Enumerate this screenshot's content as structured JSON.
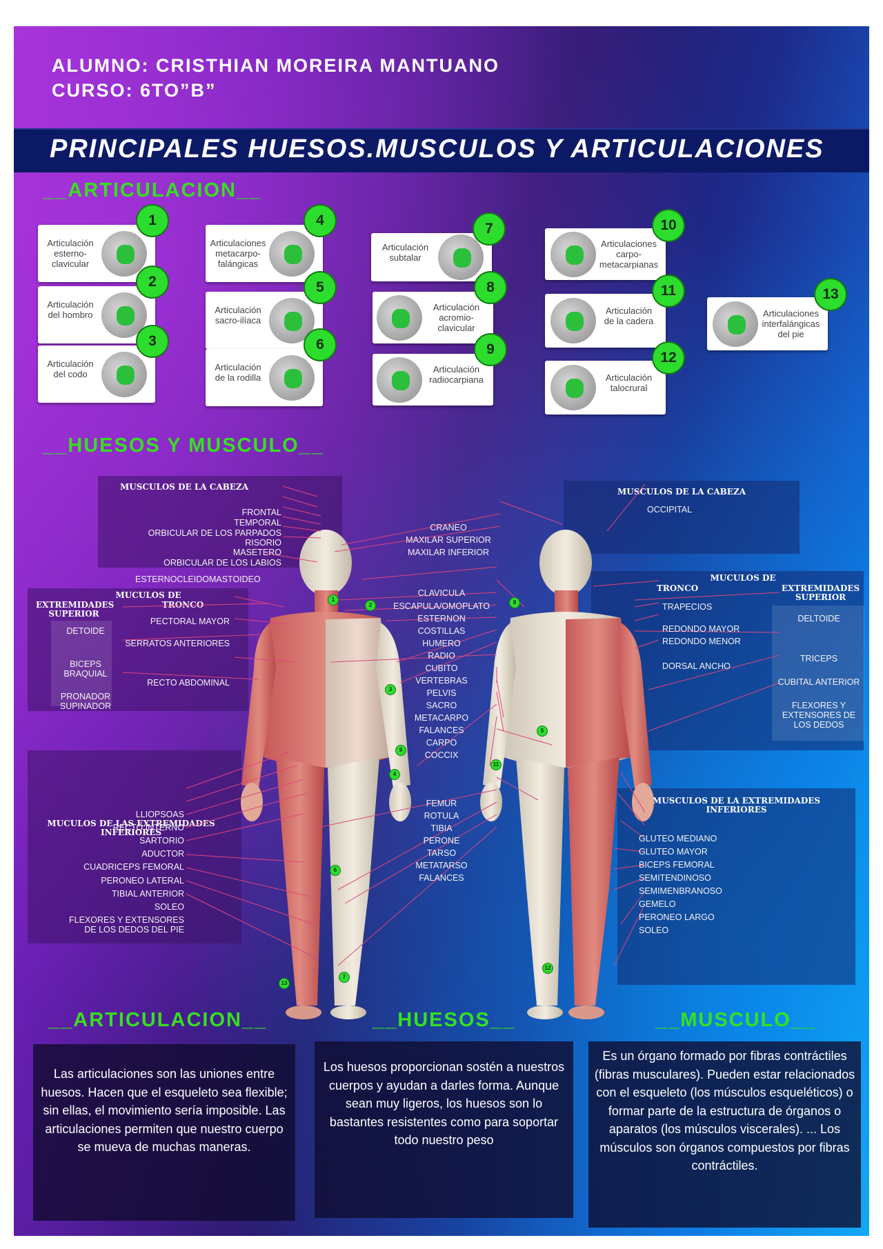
{
  "header": {
    "student": "ALUMNO: CRISTHIAN MOREIRA MANTUANO",
    "course": "CURSO: 6TO”B”",
    "title": "PRINCIPALES HUESOS.MUSCULOS Y ARTICULACIONES"
  },
  "sections": {
    "articulacion": "__ARTICULACION__",
    "huesos_musculo": "__HUESOS Y MUSCULO__",
    "bottom_articulacion": "__ARTICULACION__",
    "bottom_huesos": "__HUESOS__",
    "bottom_musculo": "__MUSCULO__"
  },
  "joints": [
    {
      "number": "1",
      "label": "Articulación\nesterno-\nclavicular"
    },
    {
      "number": "2",
      "label": "Articulación\ndel hombro"
    },
    {
      "number": "3",
      "label": "Articulación\ndel codo"
    },
    {
      "number": "4",
      "label": "Articulaciones\nmetacarpo-\nfalángicas"
    },
    {
      "number": "5",
      "label": "Articulación\nsacro-ilíaca"
    },
    {
      "number": "6",
      "label": "Articulación\nde la rodilla"
    },
    {
      "number": "7",
      "label": "Articulación\nsubtalar"
    },
    {
      "number": "8",
      "label": "Articulación\nacromio-\nclavicular"
    },
    {
      "number": "9",
      "label": "Articulación\nradiocarpiana"
    },
    {
      "number": "10",
      "label": "Articulaciones\ncarpo-\nmetacarpianas"
    },
    {
      "number": "11",
      "label": "Articulación\nde la cadera"
    },
    {
      "number": "12",
      "label": "Articulación\ntalocrural"
    },
    {
      "number": "13",
      "label": "Articulaciones\ninterfalángicas\ndel pie"
    }
  ],
  "front": {
    "head_title": "MUSCULOS DE LA CABEZA",
    "head_muscles": [
      "FRONTAL",
      "TEMPORAL",
      "ORBICULAR DE LOS PARPADOS",
      "RISORIO",
      "MASETERO",
      "ORBICULAR DE LOS LABIOS"
    ],
    "neck": "ESTERNOCLEIDOMASTOIDEO",
    "upper_title": "MUCULOS DE",
    "upper_sub_left": "EXTREMIDADES\nSUPERIOR",
    "upper_sub_right": "TRONCO",
    "upper_left": [
      "DETOIDE",
      "BICEPS\nBRAQUIAL",
      "PRONADOR\nSUPINADOR"
    ],
    "upper_right": [
      "PECTORAL MAYOR",
      "SERRATOS ANTERIORES",
      "RECTO ABDOMINAL"
    ],
    "lower_title": "MUCULOS DE LAS EXTREMIDADES\nINFERIORES",
    "lower": [
      "LLIOPSOAS",
      "RECTO INTERNO",
      "SARTORIO",
      "ADUCTOR",
      "CUADRICEPS FEMORAL",
      "PERONEO LATERAL",
      "TIBIAL ANTERIOR",
      "SOLEO",
      "FLEXORES Y EXTENSORES\nDE LOS DEDOS DEL PIE"
    ]
  },
  "bones_head": [
    "CRANEO",
    "MAXILAR SUPERIOR",
    "MAXILAR INFERIOR"
  ],
  "bones_trunk": [
    "CLAVICULA",
    "ESCAPULA/OMOPLATO",
    "ESTERNON",
    "COSTILLAS",
    "HUMERO",
    "RADIO",
    "CUBITO",
    "VERTEBRAS",
    "PELVIS",
    "SACRO",
    "METACARPO",
    "FALANCES",
    "CARPO",
    "COCCIX"
  ],
  "bones_leg": [
    "FEMUR",
    "ROTULA",
    "TIBIA",
    "PERONE",
    "TARSO",
    "METATARSO",
    "FALANCES"
  ],
  "back": {
    "head_title": "MUSCULOS DE LA CABEZA",
    "head_muscles": [
      "OCCIPITAL"
    ],
    "upper_title": "MUCULOS DE",
    "upper_sub_left": "TRONCO",
    "upper_sub_right": "EXTREMIDADES\nSUPERIOR",
    "trunk": [
      "TRAPECIOS",
      "REDONDO MAYOR",
      "REDONDO MENOR",
      "DORSAL ANCHO"
    ],
    "upper": [
      "DELTOIDE",
      "TRICEPS",
      "CUBITAL ANTERIOR",
      "FLEXORES Y\nEXTENSORES DE\nLOS DEDOS"
    ],
    "lower_title": "MUSCULOS DE LA EXTREMIDADES\nINFERIORES",
    "lower": [
      "GLUTEO MEDIANO",
      "GLUTEO MAYOR",
      "BICEPS FEMORAL",
      "SEMITENDINOSO",
      "SEMIMENBRANOSO",
      "GEMELO",
      "PERONEO LARGO",
      "SOLEO"
    ]
  },
  "body_markers": [
    "1",
    "2",
    "3",
    "4",
    "5",
    "6",
    "7",
    "8",
    "9",
    "11",
    "12",
    "13"
  ],
  "descriptions": {
    "articulacion": "Las articulaciones son las uniones entre huesos. Hacen que el esqueleto sea flexible; sin ellas, el movimiento sería imposible. Las articulaciones permiten que nuestro cuerpo se mueva de muchas maneras.",
    "huesos": "Los huesos proporcionan sostén a nuestros cuerpos y ayudan a darles forma. Aunque sean muy ligeros, los huesos son lo bastantes resistentes como para soportar todo nuestro peso",
    "musculo": "Es un órgano formado por fibras contráctiles (fibras musculares). Pueden estar relacionados con el esqueleto (los músculos esqueléticos) o formar parte de la estructura de órganos o aparatos (los músculos viscerales). ... Los músculos son órganos compuestos por fibras contráctiles."
  },
  "colors": {
    "accent_green": "#36e01e",
    "title_bar": "#0c1a66",
    "badge_green": "#2ddd2d"
  }
}
